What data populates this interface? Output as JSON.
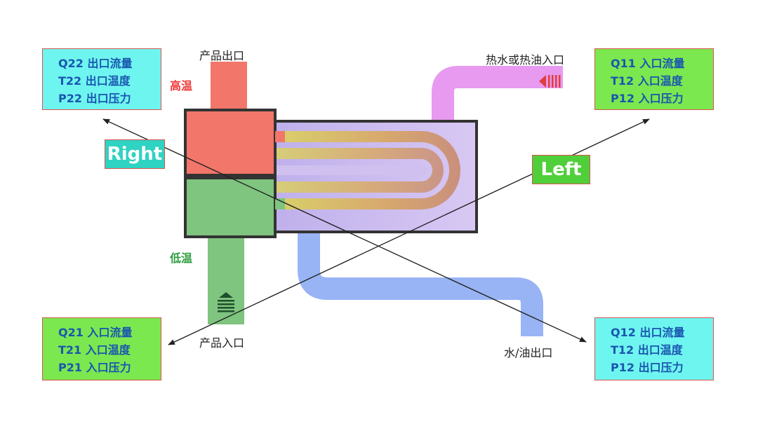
{
  "labels": {
    "product_outlet": "产品出口",
    "product_inlet": "产品入口",
    "hot_water_inlet": "热水或热油入口",
    "water_oil_outlet": "水/油出口",
    "high_temp": "高温",
    "low_temp": "低温"
  },
  "tags": {
    "right": "Right",
    "left": "Left"
  },
  "info_boxes": {
    "top_left": [
      "Q22 出口流量",
      "T22 出口温度",
      "P22 出口压力"
    ],
    "top_right": [
      "Q11 入口流量",
      "T12 入口温度",
      "P12 入口压力"
    ],
    "bottom_left": [
      "Q21 入口流量",
      "T21 入口温度",
      "P21 入口压力"
    ],
    "bottom_right": [
      "Q12 出口流量",
      "T12 出口温度",
      "P12 出口压力"
    ]
  },
  "colors": {
    "hot_side": "#f2766a",
    "cold_side": "#7fc47f",
    "hot_water_pipe": "#e79af0",
    "outlet_pipe": "#98b4f5",
    "shell": "#cbb8ee",
    "cyan_box": "#6ff5ef",
    "green_box": "#7be84f"
  }
}
